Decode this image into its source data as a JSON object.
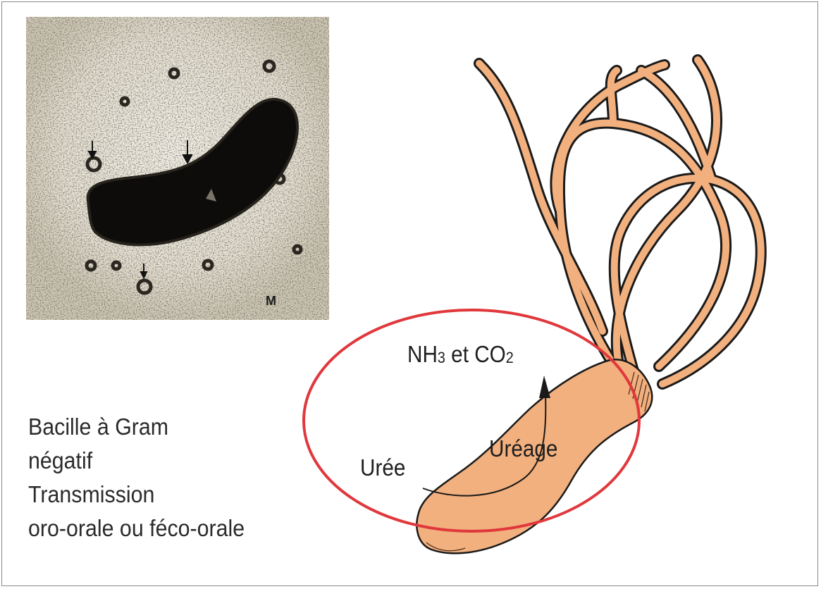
{
  "caption": {
    "line1": "Bacille à Gram",
    "line2": "négatif",
    "line3": "Transmission",
    "line4": "oro-orale ou féco-orale"
  },
  "diagram": {
    "product_prefix1": "NH",
    "product_sub1": "3",
    "product_mid": " et CO",
    "product_sub2": "2",
    "substrate": "Urée",
    "enzyme": "Uréage",
    "micrograph_mark": "M"
  },
  "colors": {
    "bacterium_fill": "#f2b07e",
    "outline": "#1a1a1a",
    "highlight_ellipse": "#e0383c",
    "micrograph_bg": "#d9d4c6",
    "micrograph_cell": "#0e0c0a"
  },
  "icons": [
    "arrow-up-icon"
  ]
}
